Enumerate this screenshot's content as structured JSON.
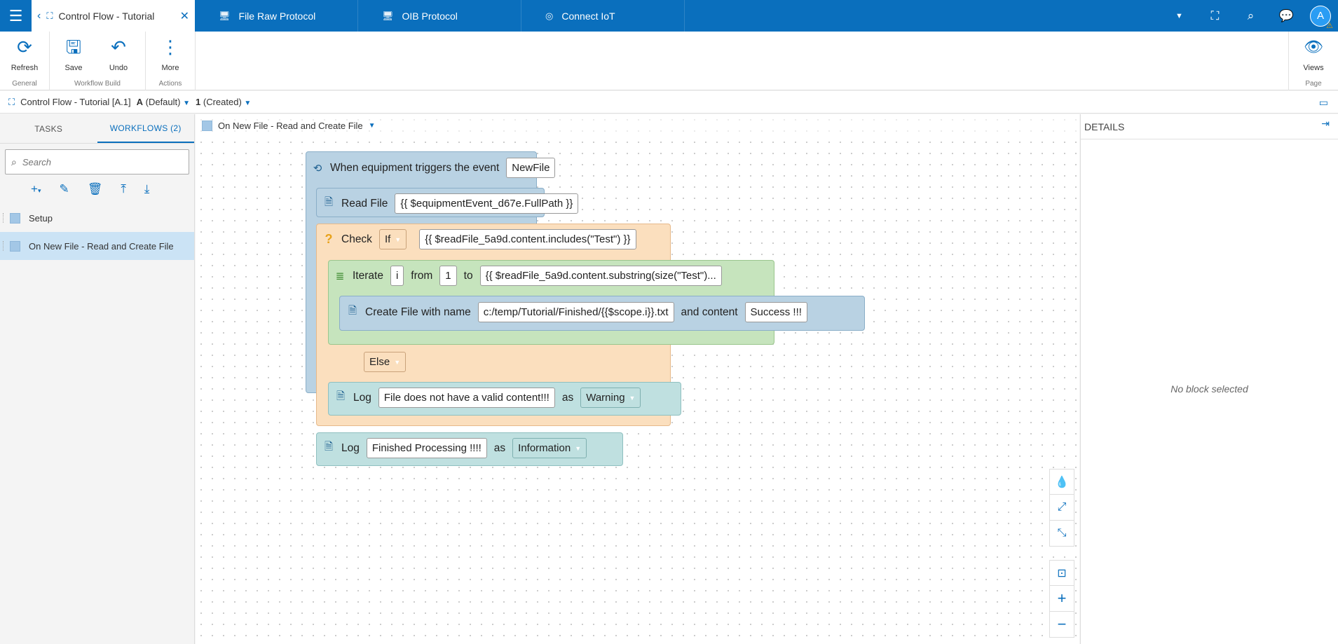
{
  "topbar": {
    "active_tab": "Control Flow - Tutorial",
    "tabs": [
      "File Raw Protocol",
      "OIB Protocol",
      "Connect IoT"
    ],
    "avatar": "A",
    "warning_glyph": "⚠"
  },
  "ribbon": {
    "groups": [
      {
        "label": "General",
        "buttons": [
          {
            "label": "Refresh",
            "icon": "refresh-icon"
          }
        ]
      },
      {
        "label": "Workflow Build",
        "buttons": [
          {
            "label": "Save",
            "icon": "save-icon"
          },
          {
            "label": "Undo",
            "icon": "undo-icon"
          }
        ]
      },
      {
        "label": "Actions",
        "buttons": [
          {
            "label": "More",
            "icon": "more-icon"
          }
        ]
      },
      {
        "label": "Page",
        "buttons": [
          {
            "label": "Views",
            "icon": "eye-icon"
          }
        ]
      }
    ]
  },
  "breadcrumb": {
    "title": "Control Flow - Tutorial [A.1]",
    "version_key": "A",
    "version_label": "(Default)",
    "revision_key": "1",
    "revision_label": "(Created)"
  },
  "left_panel": {
    "tabs": [
      "TASKS",
      "WORKFLOWS (2)"
    ],
    "active_tab": "WORKFLOWS (2)",
    "search_placeholder": "Search",
    "items": [
      "Setup",
      "On New File - Read and Create File"
    ],
    "selected_item": "On New File - Read and Create File"
  },
  "canvas": {
    "workflow_name": "On New File - Read and Create File",
    "blocks": {
      "event": {
        "label": "When equipment triggers the event",
        "value": "NewFile"
      },
      "read_file": {
        "label": "Read File",
        "value": "{{ $equipmentEvent_d67e.FullPath }}"
      },
      "check": {
        "label": "Check",
        "condition_type": "If",
        "expression": "{{ $readFile_5a9d.content.includes(\"Test\") }}"
      },
      "iterate": {
        "label": "Iterate",
        "var": "i",
        "from_label": "from",
        "from_value": "1",
        "to_label": "to",
        "to_value": "{{ $readFile_5a9d.content.substring(size(\"Test\")..."
      },
      "create_file": {
        "label": "Create File with name",
        "name": "c:/temp/Tutorial/Finished/{{$scope.i}}.txt",
        "content_label": "and content",
        "content": "Success !!!"
      },
      "else": {
        "label": "Else"
      },
      "log_warning": {
        "label": "Log",
        "message": "File does not have a valid content!!!",
        "as_label": "as",
        "level": "Warning"
      },
      "log_info": {
        "label": "Log",
        "message": "Finished Processing !!!!",
        "as_label": "as",
        "level": "Information"
      }
    }
  },
  "details": {
    "title": "DETAILS",
    "empty_text": "No block selected"
  },
  "colors": {
    "brand": "#0a6fbd",
    "event_block": "#b9d2e3",
    "check_block": "#fbdfbe",
    "iterate_block": "#c6e4bd",
    "log_block": "#bfe0e0"
  }
}
